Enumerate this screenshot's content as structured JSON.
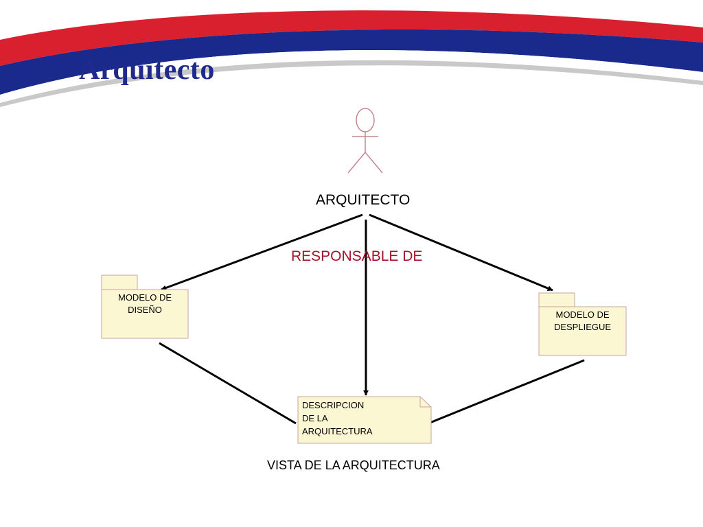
{
  "title": "Arquitecto",
  "actor": {
    "label": "ARQUITECTO",
    "icon": "stick-figure-actor-icon"
  },
  "relationship_label": "RESPONSABLE DE",
  "packages": {
    "design": {
      "line1": "MODELO DE",
      "line2": "DISEÑO"
    },
    "deploy": {
      "line1": "MODELO DE",
      "line2": "DESPLIEGUE"
    }
  },
  "note": {
    "line1": "DESCRIPCION",
    "line2": "DE LA",
    "line3": "ARQUITECTURA"
  },
  "view_label": "VISTA DE LA ARQUITECTURA",
  "colors": {
    "title": "#1f2a8c",
    "banner_blue": "#1a2a8c",
    "banner_red": "#d8202e",
    "relationship": "#a3132a",
    "package_fill": "#fbf7d3",
    "package_border": "#c9a3a3",
    "actor_stroke": "#c7858f"
  }
}
